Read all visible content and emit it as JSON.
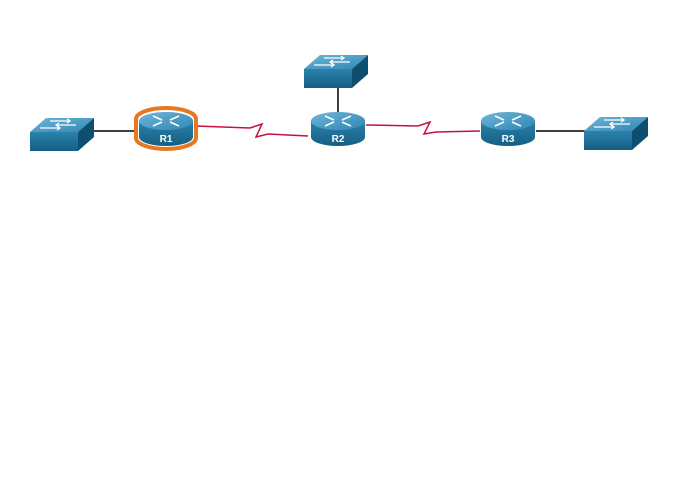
{
  "diagram": {
    "colors": {
      "device_body": "#1b6e97",
      "device_top": "#4a9bc4",
      "device_shadow": "#0e4f70",
      "ethernet_link": "#000000",
      "serial_link": "#c8103e",
      "highlight_ring": "#e87722",
      "background": "#ffffff"
    },
    "routers": [
      {
        "id": "r1",
        "label": "R1",
        "highlighted": true
      },
      {
        "id": "r2",
        "label": "R2",
        "highlighted": false
      },
      {
        "id": "r3",
        "label": "R3",
        "highlighted": false
      }
    ],
    "switches": [
      {
        "id": "sw-r1",
        "icon": "switch-icon"
      },
      {
        "id": "sw-r2",
        "icon": "switch-icon"
      },
      {
        "id": "sw-r3",
        "icon": "switch-icon"
      }
    ],
    "links": [
      {
        "id": "link-sw1-r1",
        "type": "ethernet",
        "from": "sw-r1",
        "to": "r1"
      },
      {
        "id": "link-r2-sw2",
        "type": "ethernet",
        "from": "r2",
        "to": "sw-r2"
      },
      {
        "id": "link-r3-sw3",
        "type": "ethernet",
        "from": "r3",
        "to": "sw-r3"
      },
      {
        "id": "link-r1-r2",
        "type": "serial",
        "from": "r1",
        "to": "r2"
      },
      {
        "id": "link-r2-r3",
        "type": "serial",
        "from": "r2",
        "to": "r3"
      }
    ]
  }
}
